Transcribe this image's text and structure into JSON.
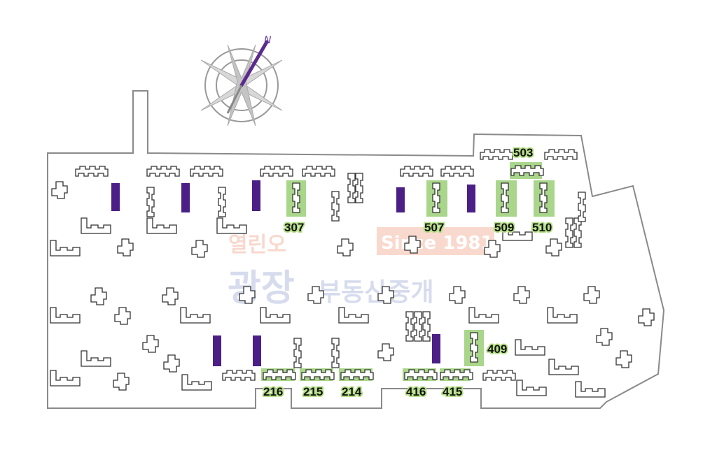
{
  "compass": {
    "north_label": "N",
    "needle_color": "#5b2a8c"
  },
  "colors": {
    "boundary": "#8a8a8a",
    "building": "#333333",
    "highlight_fill": "#a9d68a",
    "selected_building": "#4b1f86"
  },
  "watermark": {
    "line1": "열린오",
    "since": "Since 1981",
    "line2_big": "광장",
    "line2_small": "부동산중개"
  },
  "buildings": [
    {
      "label": "503"
    },
    {
      "label": "307"
    },
    {
      "label": "507"
    },
    {
      "label": "509"
    },
    {
      "label": "510"
    },
    {
      "label": "409"
    },
    {
      "label": "216"
    },
    {
      "label": "215"
    },
    {
      "label": "214"
    },
    {
      "label": "416"
    },
    {
      "label": "415"
    }
  ]
}
